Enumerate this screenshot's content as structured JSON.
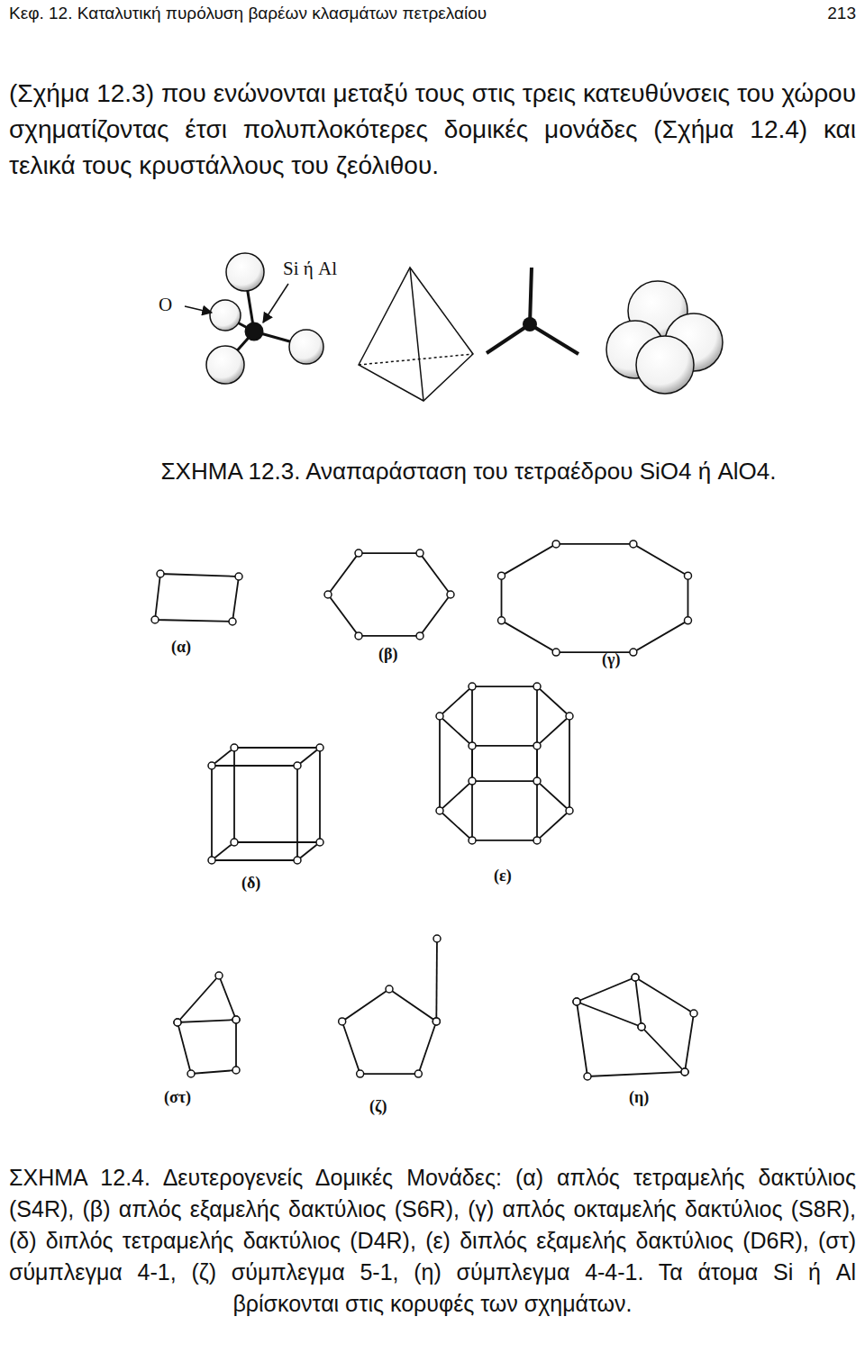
{
  "diagram": {
    "labels": [
      "Κεφ. 12. Καταλυτική πυρόλυση βαρέων κλασμάτων πετρελαίου",
      "213",
      "(Σχήμα 12.3) που ενώνονται μεταξύ τους στις τρεις κατευθύνσεις του χώρου σχηματίζοντας έτσι πολυπλοκότερες δομικές μονάδες (Σχήμα 12.4) και τελικά τους κρυστάλλους του ζεόλιθου.",
      "Si ή Al",
      "O",
      "ΣΧΗΜΑ 12.3. Αναπαράσταση του τετραέδρου SiO4 ή AlO4.",
      "(α)",
      "(β)",
      "(γ)",
      "(δ)",
      "(ε)",
      "(στ)",
      "(ζ)",
      "(η)",
      "ΣΧΗΜΑ 12.4. Δευτερογενείς Δομικές Μονάδες: (α) απλός τετραμελής δακτύλιος (S4R), (β) απλός εξαμελής δακτύλιος (S6R), (γ) απλός οκταμελής δακτύλιος (S8R), (δ) διπλός τετραμελής δακτύλιος (D4R), (ε) διπλός εξαμελής δακτύλιος (D6R), (στ) σύμπλεγμα 4-1, (ζ) σύμπλεγμα 5-1, (η) σύμπλεγμα 4-4-1. Τα άτομα Si ή Al βρίσκονται στις κορυφές των σχημάτων."
    ]
  }
}
